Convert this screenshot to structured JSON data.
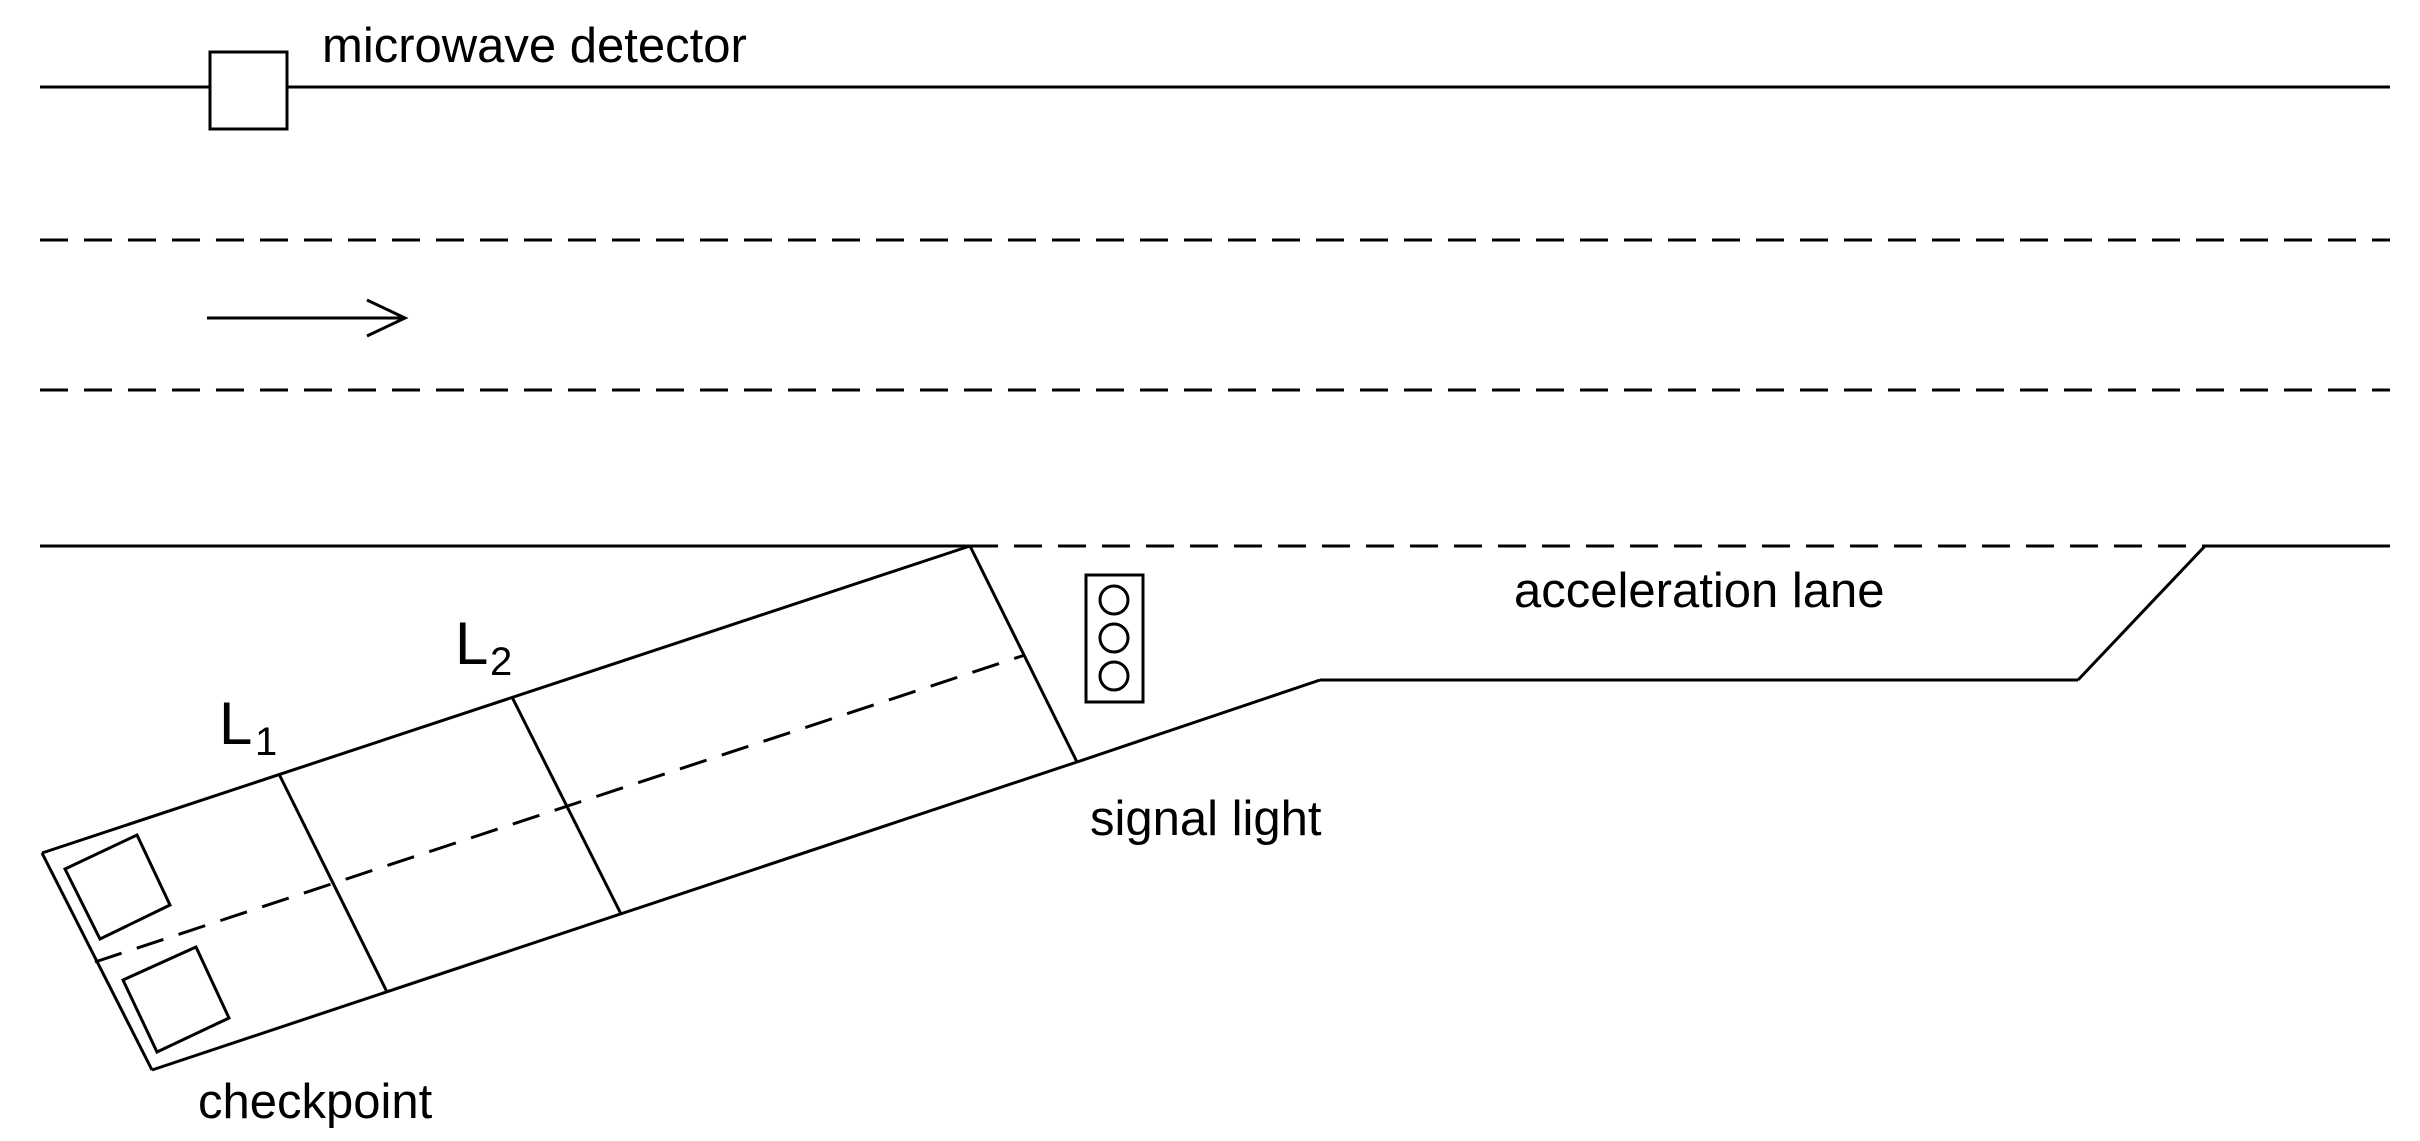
{
  "diagram": {
    "labels": {
      "microwave_detector": "microwave detector",
      "acceleration_lane": "acceleration lane",
      "signal_light": "signal light",
      "checkpoint": "checkpoint",
      "l1_letter": "L",
      "l1_subscript": "1",
      "l2_letter": "L",
      "l2_subscript": "2"
    },
    "icons": {
      "traffic_direction": "right-arrow-icon",
      "detector": "square-sensor-icon",
      "signal": "traffic-light-icon",
      "booths": "checkpoint-booth-icon"
    }
  }
}
